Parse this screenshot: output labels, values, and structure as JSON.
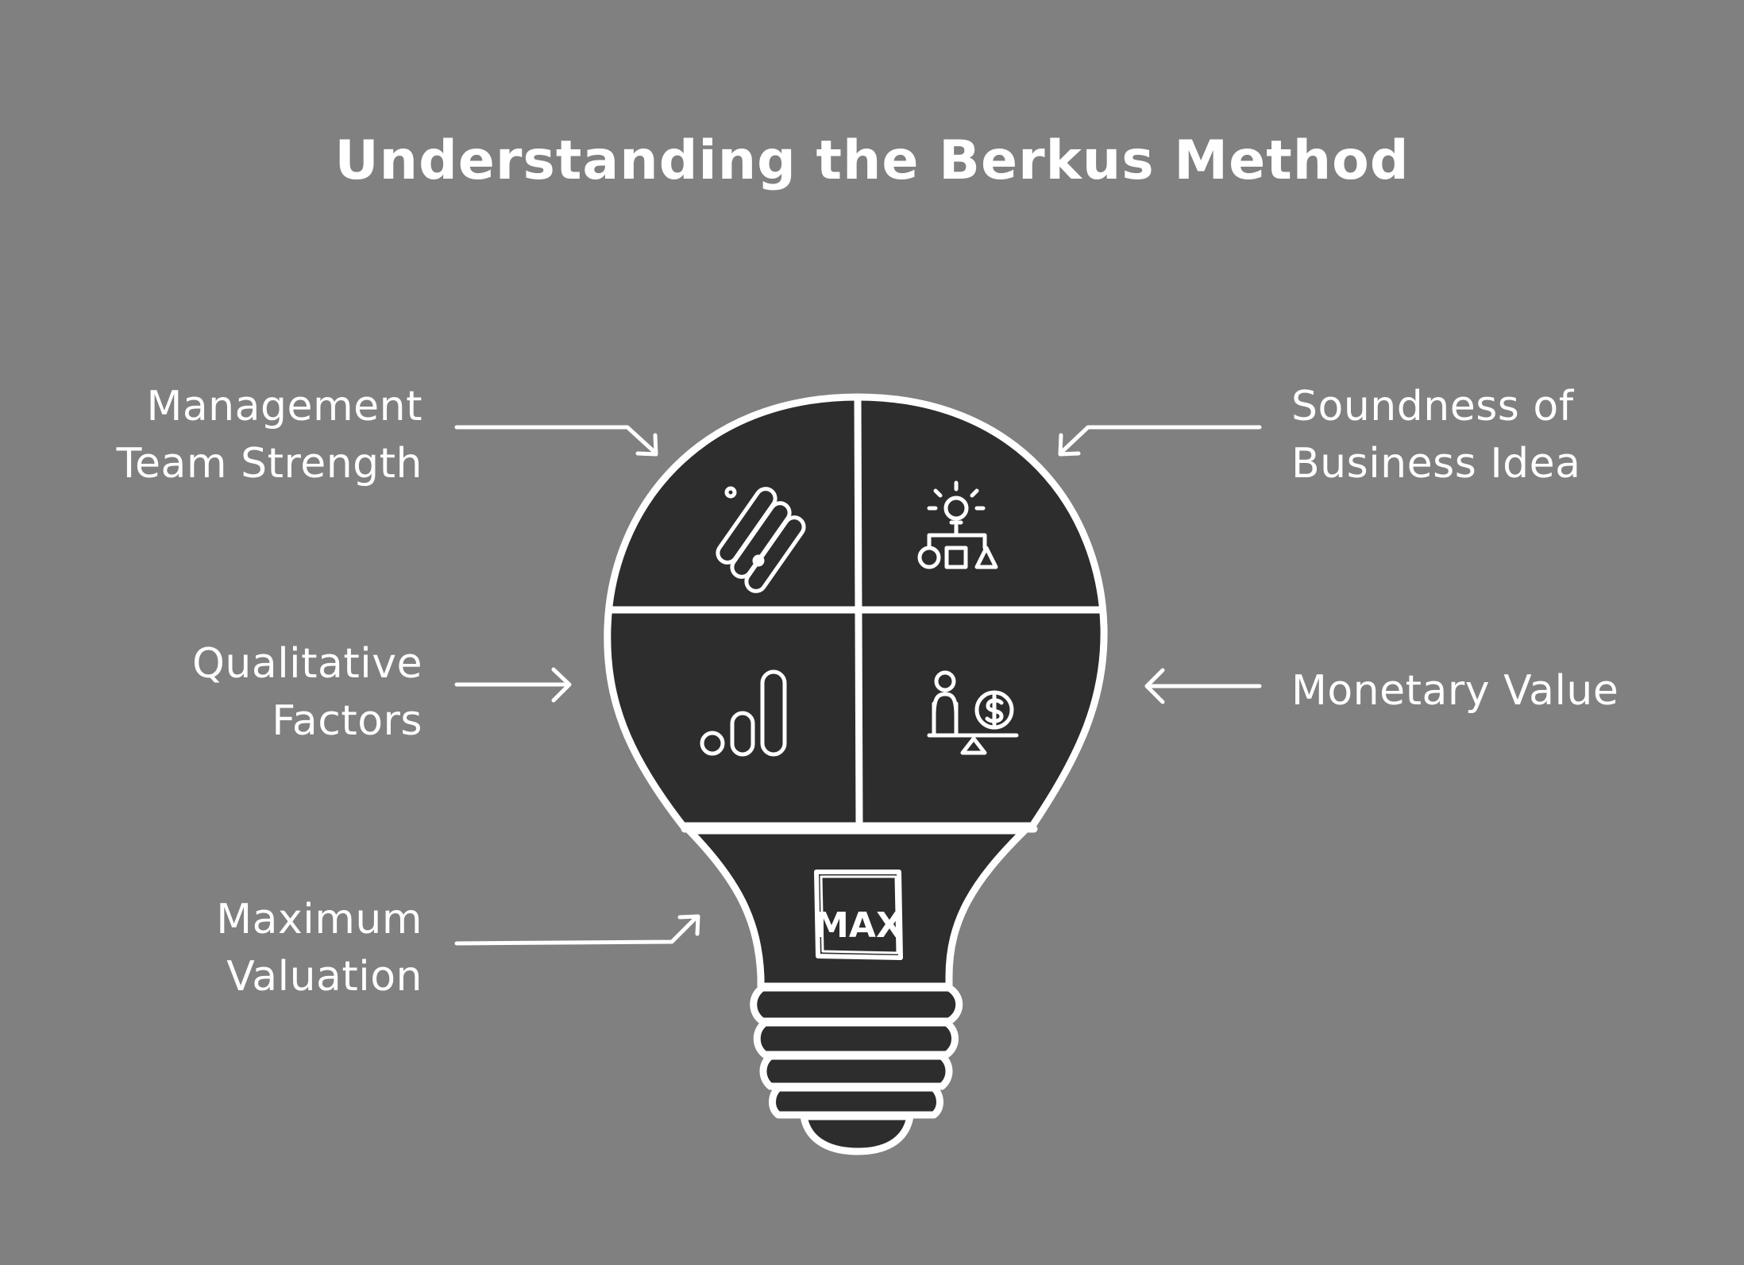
{
  "title": "Understanding the Berkus Method",
  "factors": [
    {
      "id": "management",
      "lines": [
        "Management",
        "Team Strength"
      ],
      "side": "left",
      "icon": "team-icon"
    },
    {
      "id": "qualitative",
      "lines": [
        "Qualitative",
        "Factors"
      ],
      "side": "left",
      "icon": "bar-chart-icon"
    },
    {
      "id": "maximum",
      "lines": [
        "Maximum",
        "Valuation"
      ],
      "side": "left",
      "icon": "max-icon"
    },
    {
      "id": "soundness",
      "lines": [
        "Soundness of",
        "Business Idea"
      ],
      "side": "right",
      "icon": "idea-structure-icon"
    },
    {
      "id": "monetary",
      "lines": [
        "Monetary Value"
      ],
      "side": "right",
      "icon": "money-balance-icon"
    }
  ],
  "max_badge": "MAX",
  "colors": {
    "background": "#808080",
    "bulb_fill": "#2d2d2d",
    "stroke": "#ffffff"
  }
}
